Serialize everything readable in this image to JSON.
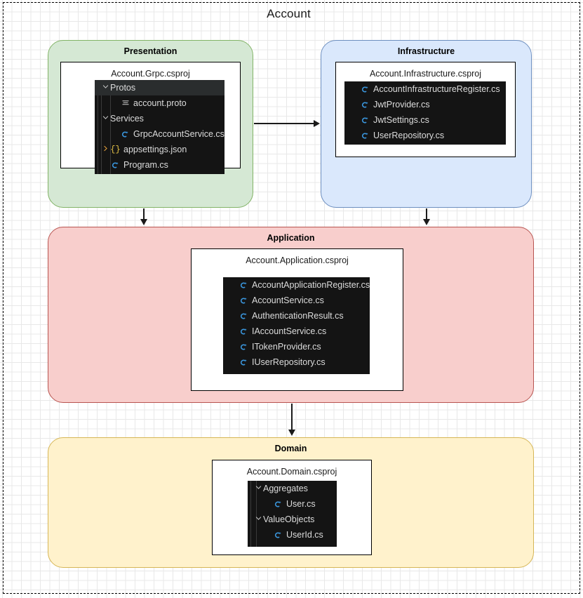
{
  "diagram": {
    "title": "Account",
    "frame_style": "dashed"
  },
  "colors": {
    "presentation_fill": "#d5e8d4",
    "presentation_stroke": "#82b366",
    "infrastructure_fill": "#dae8fc",
    "infrastructure_stroke": "#6c8ebf",
    "application_fill": "#f8cecc",
    "application_stroke": "#b85450",
    "domain_fill": "#fff2cc",
    "domain_stroke": "#d6b656",
    "tree_background": "#141414",
    "csharp_icon": "#3a96dd",
    "json_icon": "#e8c547",
    "proto_icon": "#c5c5c5"
  },
  "layers": {
    "presentation": {
      "title": "Presentation",
      "project": "Account.Grpc.csproj",
      "tree": [
        {
          "label": "Protos",
          "icon": "none",
          "chevron": "down",
          "indent": 0,
          "highlight": true
        },
        {
          "label": "account.proto",
          "icon": "proto-icon",
          "chevron": "none",
          "indent": 1,
          "highlight": false
        },
        {
          "label": "Services",
          "icon": "none",
          "chevron": "down",
          "indent": 0,
          "highlight": false
        },
        {
          "label": "GrpcAccountService.cs",
          "icon": "csharp-icon",
          "chevron": "none",
          "indent": 1,
          "highlight": false
        },
        {
          "label": "appsettings.json",
          "icon": "json-icon",
          "chevron": "right",
          "indent": 0,
          "highlight": false
        },
        {
          "label": "Program.cs",
          "icon": "csharp-icon",
          "chevron": "none",
          "indent": 0,
          "highlight": false
        }
      ]
    },
    "infrastructure": {
      "title": "Infrastructure",
      "project": "Account.Infrastructure.csproj",
      "tree": [
        {
          "label": "AccountInfrastructureRegister.cs",
          "icon": "csharp-icon",
          "chevron": "none",
          "indent": 0,
          "highlight": false
        },
        {
          "label": "JwtProvider.cs",
          "icon": "csharp-icon",
          "chevron": "none",
          "indent": 0,
          "highlight": false
        },
        {
          "label": "JwtSettings.cs",
          "icon": "csharp-icon",
          "chevron": "none",
          "indent": 0,
          "highlight": false
        },
        {
          "label": "UserRepository.cs",
          "icon": "csharp-icon",
          "chevron": "none",
          "indent": 0,
          "highlight": false
        }
      ]
    },
    "application": {
      "title": "Application",
      "project": "Account.Application.csproj",
      "tree": [
        {
          "label": "AccountApplicationRegister.cs",
          "icon": "csharp-icon",
          "chevron": "none",
          "indent": 0,
          "highlight": false
        },
        {
          "label": "AccountService.cs",
          "icon": "csharp-icon",
          "chevron": "none",
          "indent": 0,
          "highlight": false
        },
        {
          "label": "AuthenticationResult.cs",
          "icon": "csharp-icon",
          "chevron": "none",
          "indent": 0,
          "highlight": false
        },
        {
          "label": "IAccountService.cs",
          "icon": "csharp-icon",
          "chevron": "none",
          "indent": 0,
          "highlight": false
        },
        {
          "label": "ITokenProvider.cs",
          "icon": "csharp-icon",
          "chevron": "none",
          "indent": 0,
          "highlight": false
        },
        {
          "label": "IUserRepository.cs",
          "icon": "csharp-icon",
          "chevron": "none",
          "indent": 0,
          "highlight": false
        }
      ]
    },
    "domain": {
      "title": "Domain",
      "project": "Account.Domain.csproj",
      "tree": [
        {
          "label": "Aggregates",
          "icon": "none",
          "chevron": "down",
          "indent": 0,
          "highlight": false
        },
        {
          "label": "User.cs",
          "icon": "csharp-icon",
          "chevron": "none",
          "indent": 1,
          "highlight": false
        },
        {
          "label": "ValueObjects",
          "icon": "none",
          "chevron": "down",
          "indent": 0,
          "highlight": false
        },
        {
          "label": "UserId.cs",
          "icon": "csharp-icon",
          "chevron": "none",
          "indent": 1,
          "highlight": false
        }
      ]
    }
  },
  "arrows": [
    {
      "from": "presentation",
      "to": "infrastructure",
      "direction": "right"
    },
    {
      "from": "presentation",
      "to": "application",
      "direction": "down"
    },
    {
      "from": "infrastructure",
      "to": "application",
      "direction": "down"
    },
    {
      "from": "application",
      "to": "domain",
      "direction": "down"
    }
  ]
}
